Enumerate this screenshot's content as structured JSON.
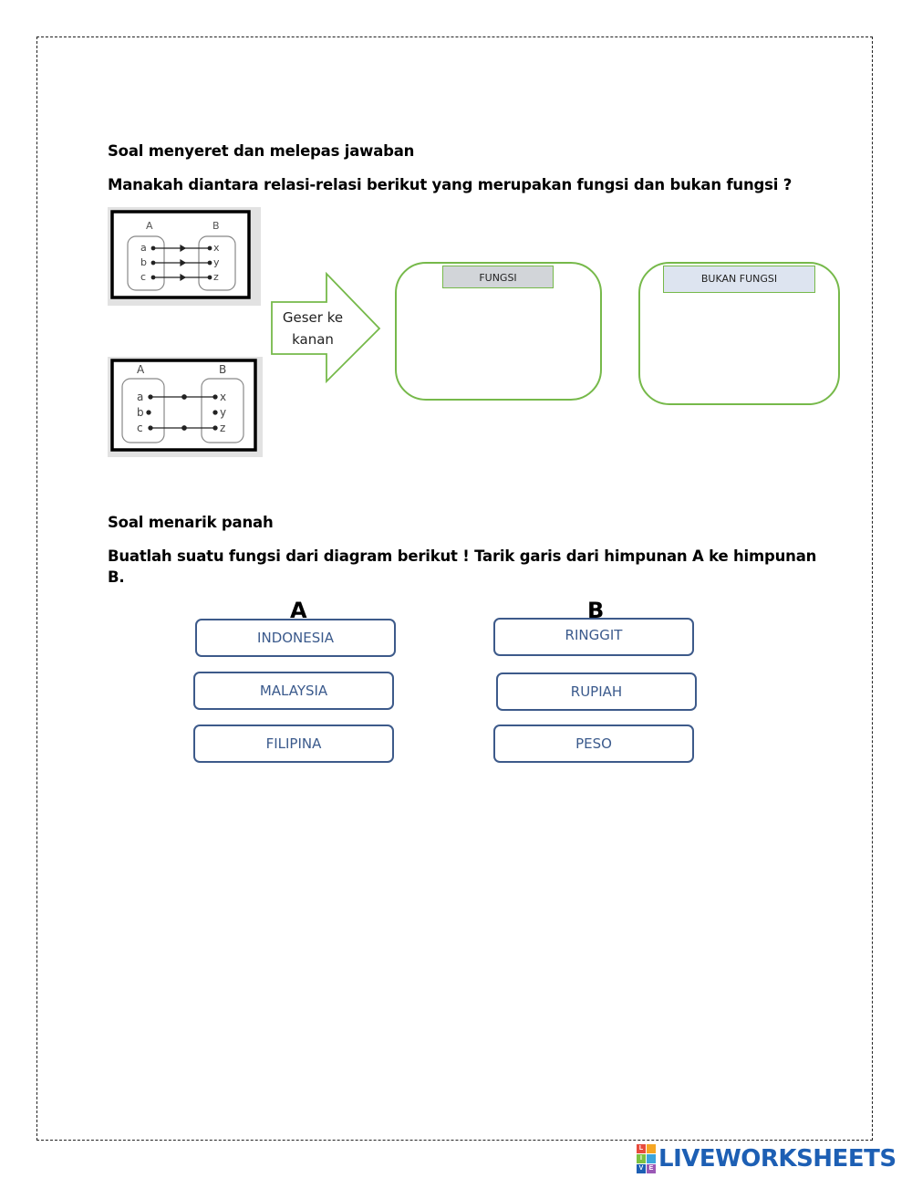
{
  "section1": {
    "title": "Soal menyeret dan melepas jawaban",
    "question": "Manakah diantara relasi-relasi berikut yang merupakan fungsi dan bukan fungsi ?"
  },
  "diagram1": {
    "set_a": "A",
    "set_b": "B",
    "domain": [
      "a",
      "b",
      "c"
    ],
    "codomain": [
      "x",
      "y",
      "z"
    ]
  },
  "diagram2": {
    "set_a": "A",
    "set_b": "B",
    "domain": [
      "a",
      "b",
      "c"
    ],
    "codomain": [
      "x",
      "y",
      "z"
    ]
  },
  "arrow": {
    "line1": "Geser ke",
    "line2": "kanan"
  },
  "dropzones": {
    "fungsi": "FUNGSI",
    "bukan_fungsi": "BUKAN FUNGSI"
  },
  "section2": {
    "title": "Soal menarik panah",
    "question_line1": "Buatlah suatu fungsi dari diagram berikut ! Tarik garis dari himpunan A ke himpunan",
    "question_line2": "B."
  },
  "matching": {
    "col_a_label": "A",
    "col_b_label": "B",
    "col_a": [
      "INDONESIA",
      "MALAYSIA",
      "FILIPINA"
    ],
    "col_b": [
      "RINGGIT",
      "RUPIAH",
      "PESO"
    ]
  },
  "footer": {
    "brand": "LIVEWORKSHEETS",
    "logo_letters": [
      "L",
      "I",
      "V",
      "E"
    ]
  },
  "colors": {
    "green": "#76b94a",
    "blue": "#3b5a8c",
    "brand": "#1d5fb4"
  }
}
